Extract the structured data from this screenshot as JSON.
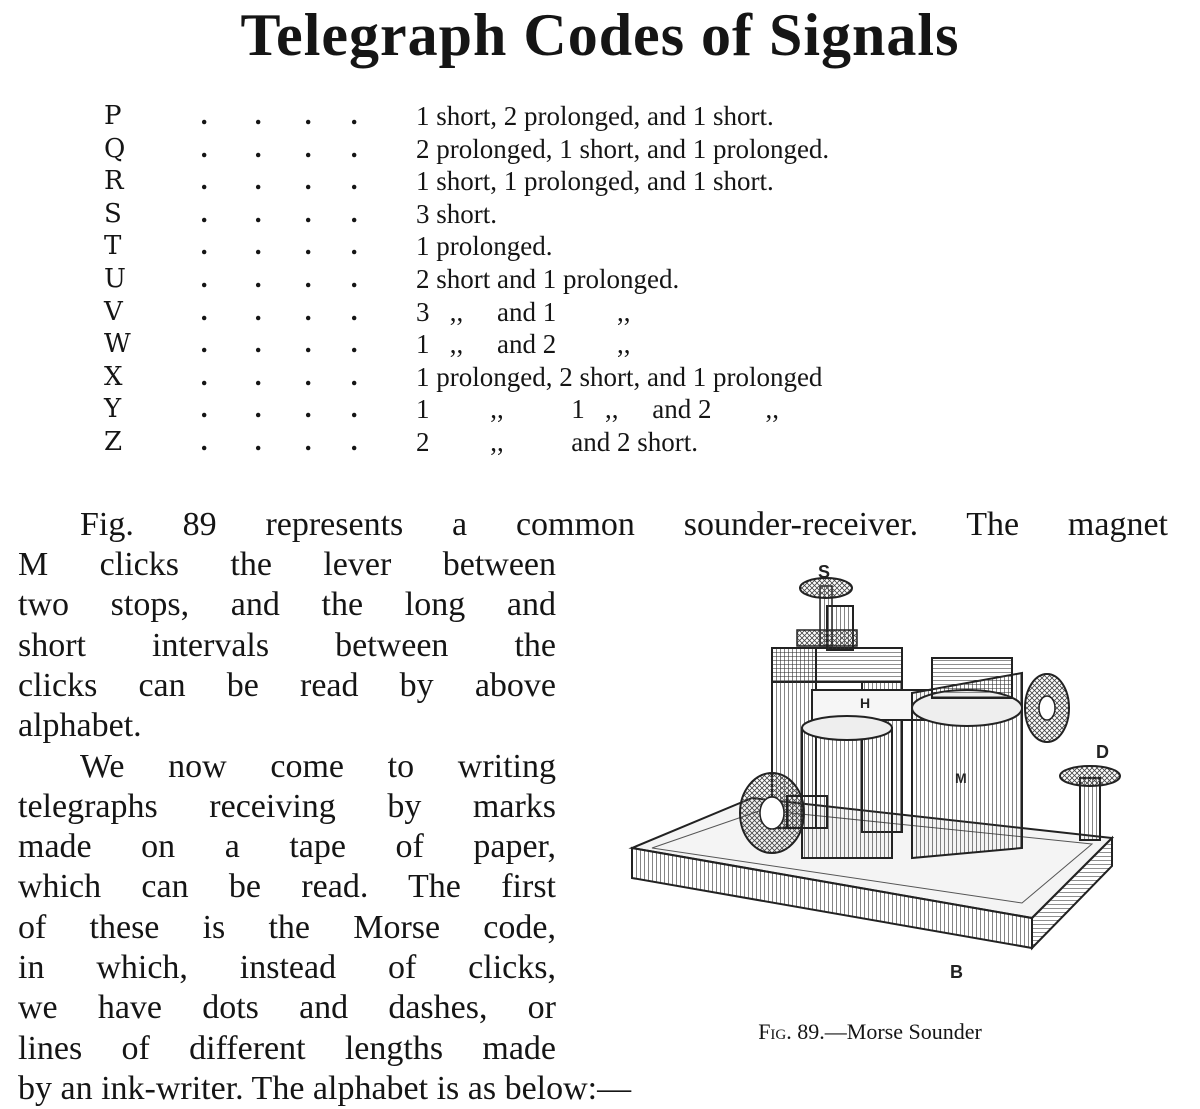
{
  "heading": "Telegraph Codes of Signals",
  "codes": [
    {
      "letter": "P",
      "code": "1 short, 2 prolonged, and 1 short."
    },
    {
      "letter": "Q",
      "code": "2 prolonged, 1 short, and 1 prolonged."
    },
    {
      "letter": "R",
      "code": "1 short, 1 prolonged, and 1 short."
    },
    {
      "letter": "S",
      "code": "3 short."
    },
    {
      "letter": "T",
      "code": "1 prolonged."
    },
    {
      "letter": "U",
      "code": "2 short and 1 prolonged."
    },
    {
      "letter": "V",
      "code": "3   ,,     and 1         ,,"
    },
    {
      "letter": "W",
      "code": "1   ,,     and 2         ,,"
    },
    {
      "letter": "X",
      "code": "1 prolonged, 2 short, and 1 prolonged"
    },
    {
      "letter": "Y",
      "code": "1         ,,          1   ,,     and 2        ,,"
    },
    {
      "letter": "Z",
      "code": "2         ,,          and 2 short."
    }
  ],
  "body": {
    "line_1": "Fig. 89 represents a common sounder-receiver.  The magnet",
    "column": [
      "M clicks the lever between",
      "two stops, and the long and",
      "short intervals between the",
      "clicks can be read by above",
      "alphabet.",
      "We now come to writing",
      "telegraphs receiving by marks",
      "made on a tape of paper,",
      "which can be read.  The first",
      "of these is the Morse code,",
      "in which, instead of clicks,",
      "we have dots and dashes, or",
      "lines of different lengths made",
      "by an ink-writer.  The alphabet is as below:—"
    ]
  },
  "figure": {
    "caption_prefix": "Fig. 89.",
    "caption_title": "—Morse Sounder",
    "labels": {
      "s": "S",
      "h": "H",
      "m": "M",
      "d": "D",
      "b": "B"
    }
  }
}
